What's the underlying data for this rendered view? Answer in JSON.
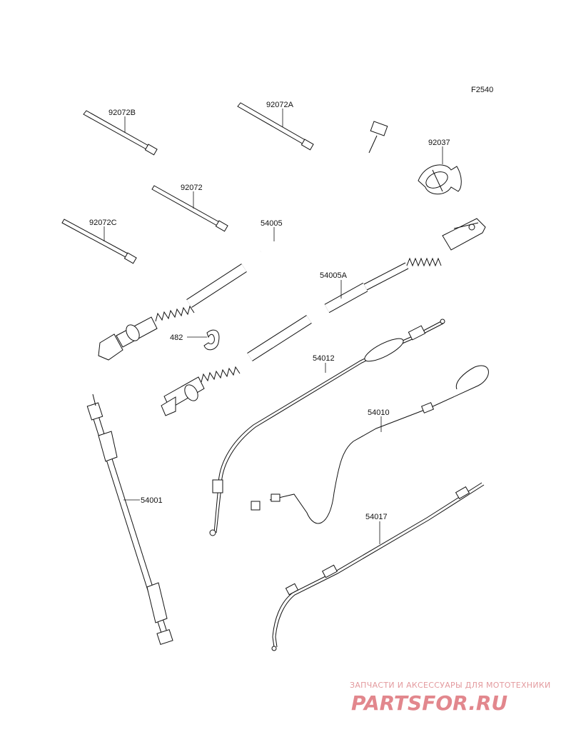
{
  "figure_id": "F2540",
  "parts": [
    {
      "id": "tie-b",
      "label": "92072B"
    },
    {
      "id": "tie-a",
      "label": "92072A"
    },
    {
      "id": "tie",
      "label": "92072"
    },
    {
      "id": "tie-c",
      "label": "92072C"
    },
    {
      "id": "clamp",
      "label": "92037"
    },
    {
      "id": "throttle-cable",
      "label": "54005"
    },
    {
      "id": "throttle-cable-a",
      "label": "54005A"
    },
    {
      "id": "clip",
      "label": "482"
    },
    {
      "id": "cable-54012",
      "label": "54012"
    },
    {
      "id": "cable-54010",
      "label": "54010"
    },
    {
      "id": "speedometer-cable",
      "label": "54001"
    },
    {
      "id": "cable-54017",
      "label": "54017"
    }
  ],
  "watermark": {
    "line1": "ЗАПЧАСТИ И АКСЕССУАРЫ ДЛЯ МОТОТЕХНИКИ",
    "line2": "PARTSFOR.RU",
    "color": "#e2878d"
  }
}
